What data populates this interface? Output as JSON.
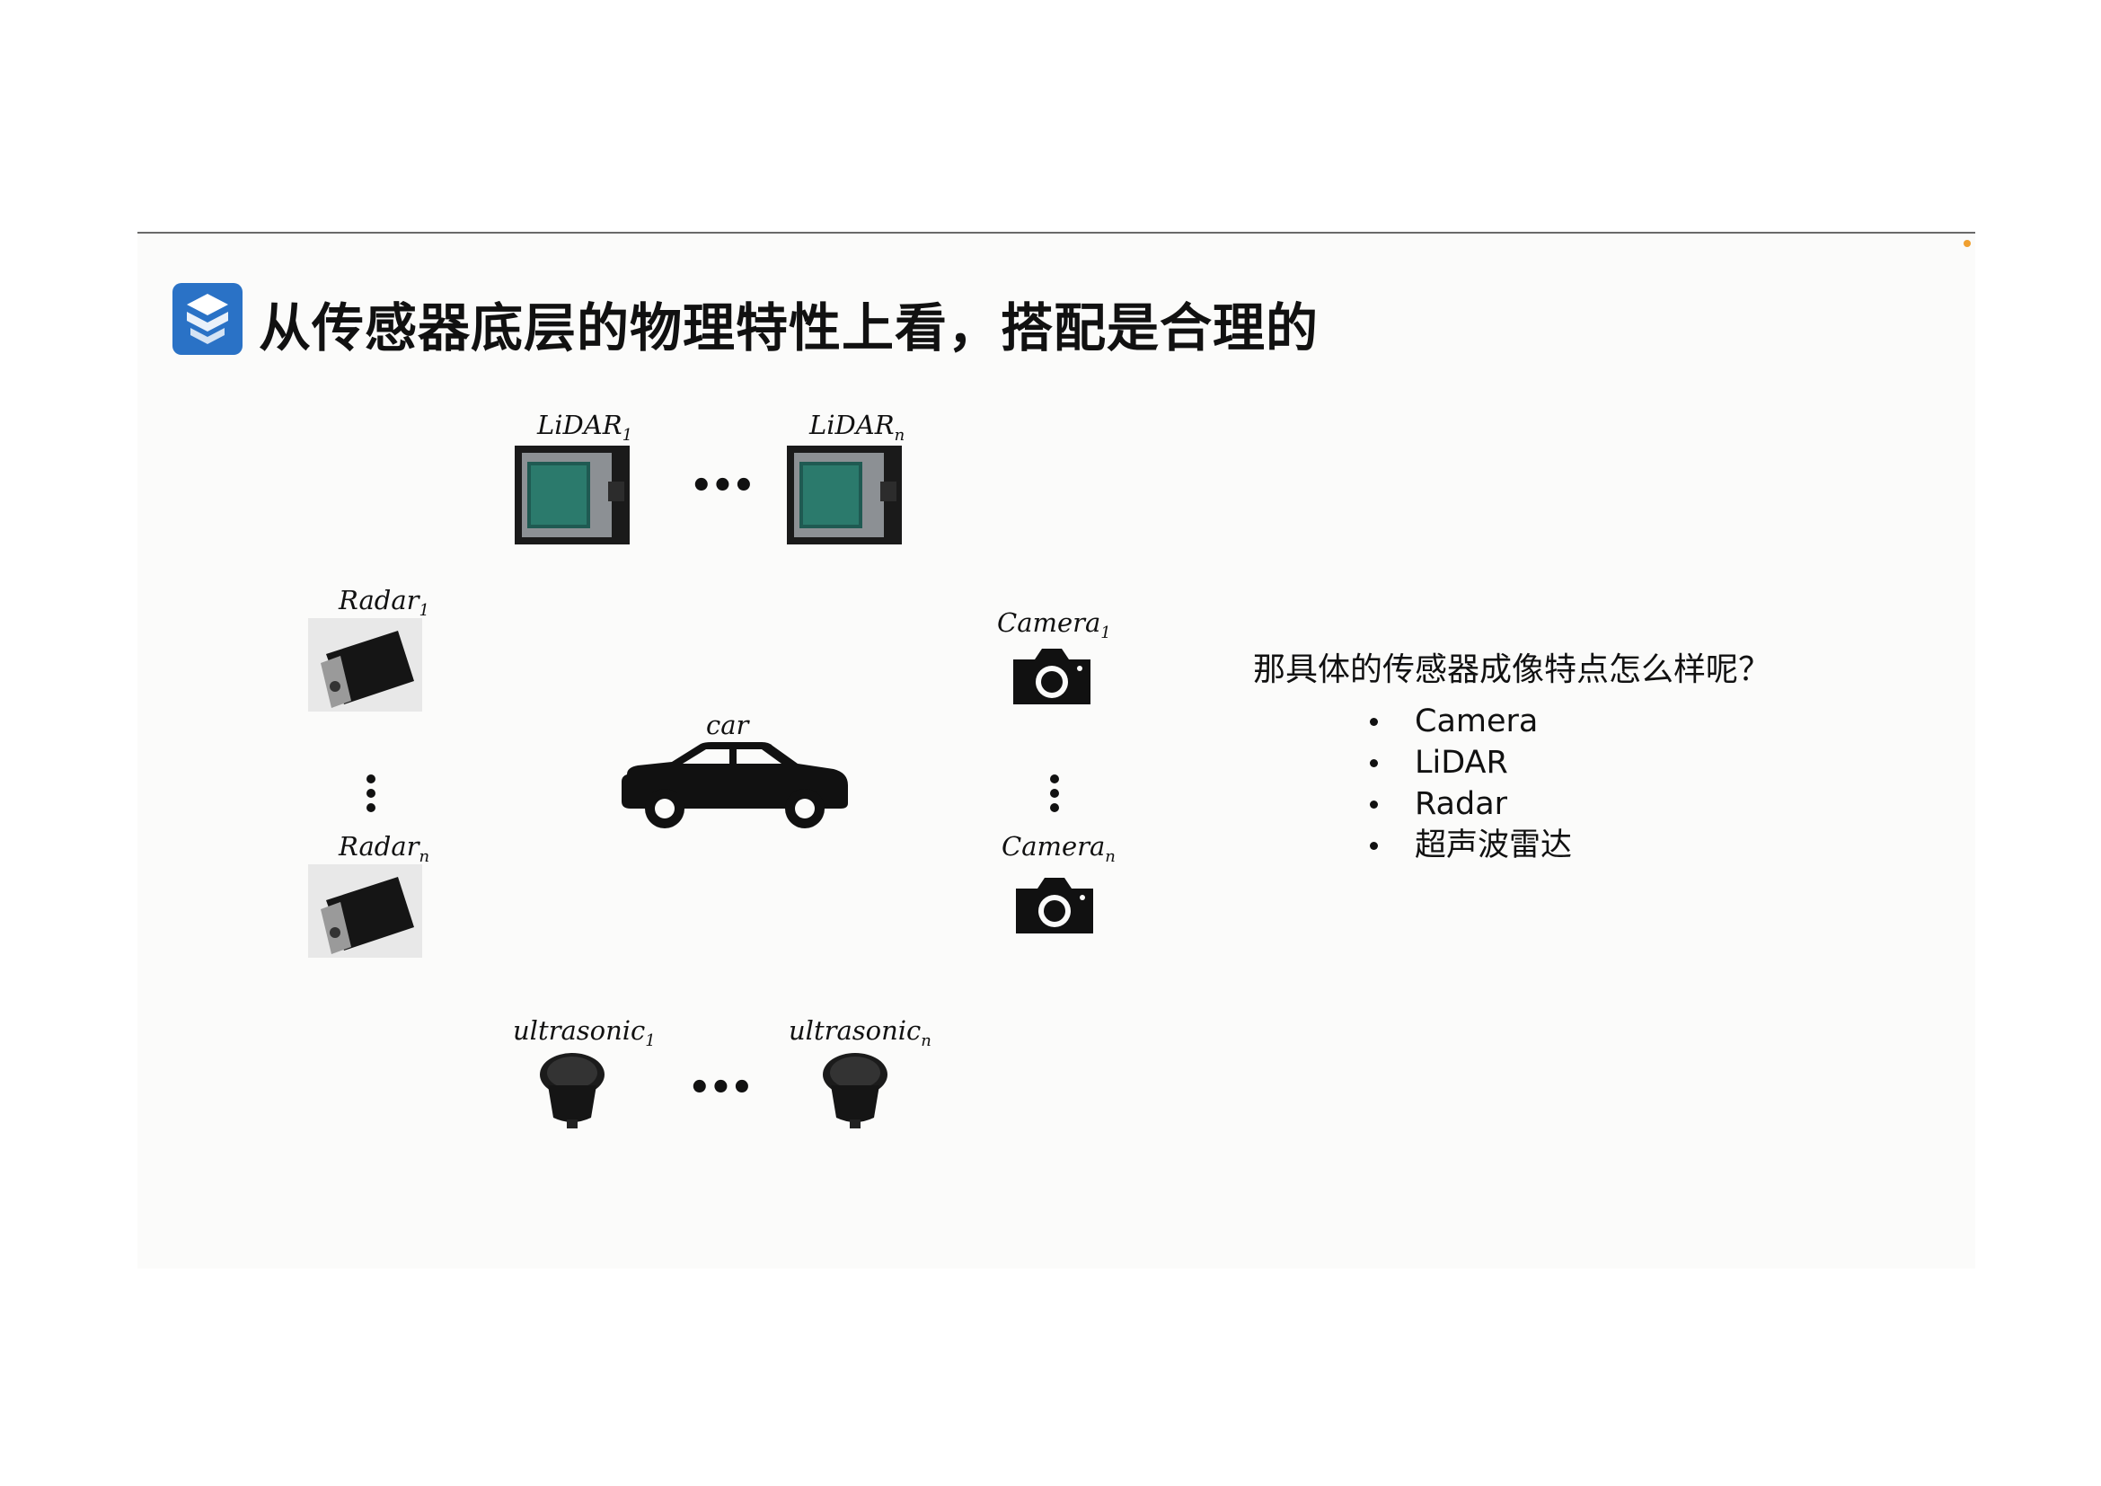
{
  "slide": {
    "title": "从传感器底层的物理特性上看，搭配是合理的",
    "logo_icon": "shield-logo-icon",
    "accent_color": "#2a72c6"
  },
  "diagram": {
    "lidar": {
      "label_first": "LiDAR",
      "sub_first": "1",
      "label_last": "LiDAR",
      "sub_last": "n"
    },
    "radar": {
      "label_first": "Radar",
      "sub_first": "1",
      "label_last": "Radar",
      "sub_last": "n"
    },
    "camera": {
      "label_first": "Camera",
      "sub_first": "1",
      "label_last": "Camera",
      "sub_last": "n"
    },
    "ultrasonic": {
      "label_first": "ultrasonic",
      "sub_first": "1",
      "label_last": "ultrasonic",
      "sub_last": "n"
    },
    "car_label": "car",
    "ellipsis": "•••"
  },
  "side": {
    "question": "那具体的传感器成像特点怎么样呢？",
    "items": [
      "Camera",
      "LiDAR",
      "Radar",
      "超声波雷达"
    ]
  }
}
